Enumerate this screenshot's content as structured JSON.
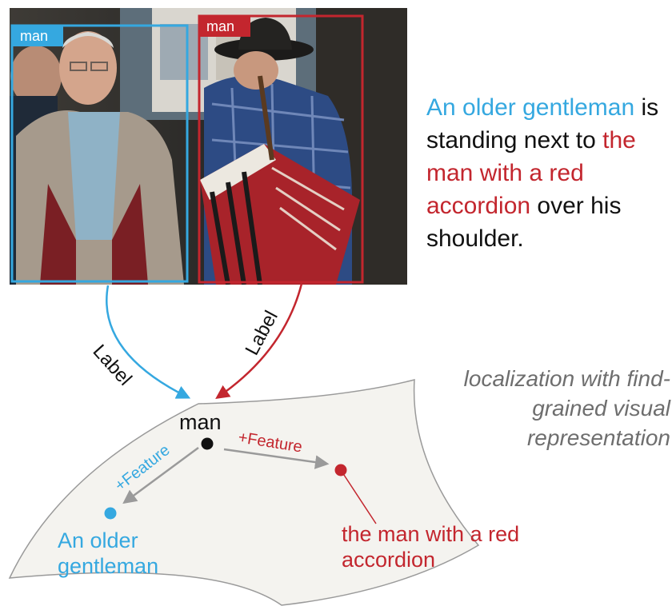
{
  "photo": {
    "description_tags": [
      "person",
      "accordion"
    ],
    "boxes": [
      {
        "label": "man",
        "color": "#35a8e0"
      },
      {
        "label": "man",
        "color": "#c3262e"
      }
    ]
  },
  "caption": {
    "part1": "An older gentleman",
    "part2": " is standing next to ",
    "part3": "the man with a red accordion",
    "part4": " over his shoulder.",
    "color_blue": "#35a8e0",
    "color_red": "#c3262e"
  },
  "arrows": {
    "left_label": "Label",
    "right_label": "Label"
  },
  "note": {
    "text": "localization with find-grained visual representation"
  },
  "manifold": {
    "center_label": "man",
    "feature_left": "+Feature",
    "feature_right": "+Feature",
    "left_node": "An older gentleman",
    "right_node": "the man with a red accordion"
  }
}
